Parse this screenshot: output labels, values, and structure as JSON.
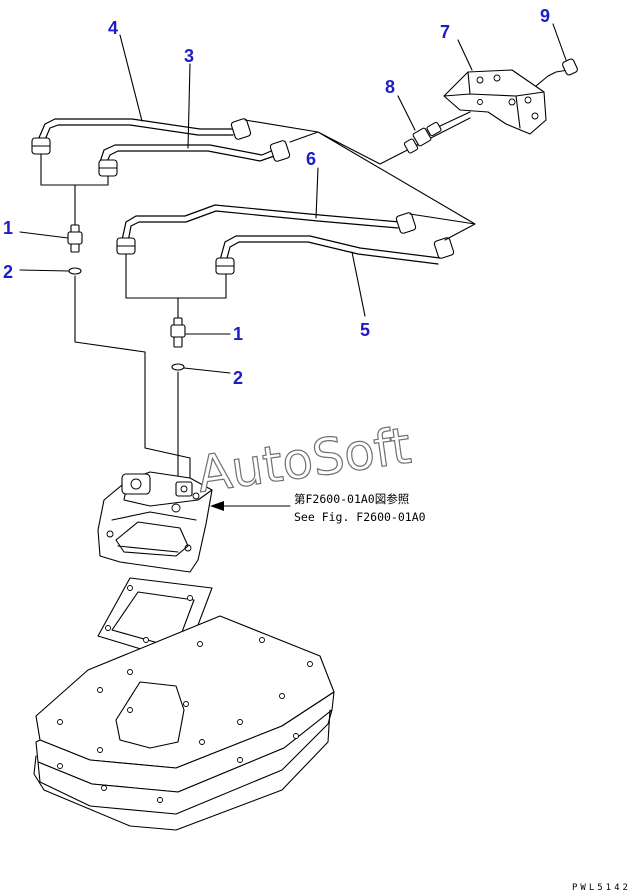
{
  "callouts": {
    "c1a": "1",
    "c1b": "1",
    "c2a": "2",
    "c2b": "2",
    "c3": "3",
    "c4": "4",
    "c5": "5",
    "c6": "6",
    "c7": "7",
    "c8": "8",
    "c9": "9"
  },
  "reference": {
    "japanese": "第F2600-01A0図参照",
    "english": "See Fig. F2600-01A0"
  },
  "watermark": "AutoSoft",
  "drawing_code": "PWL5142",
  "colors": {
    "callout": "#1c1cc8",
    "line": "#000000"
  }
}
